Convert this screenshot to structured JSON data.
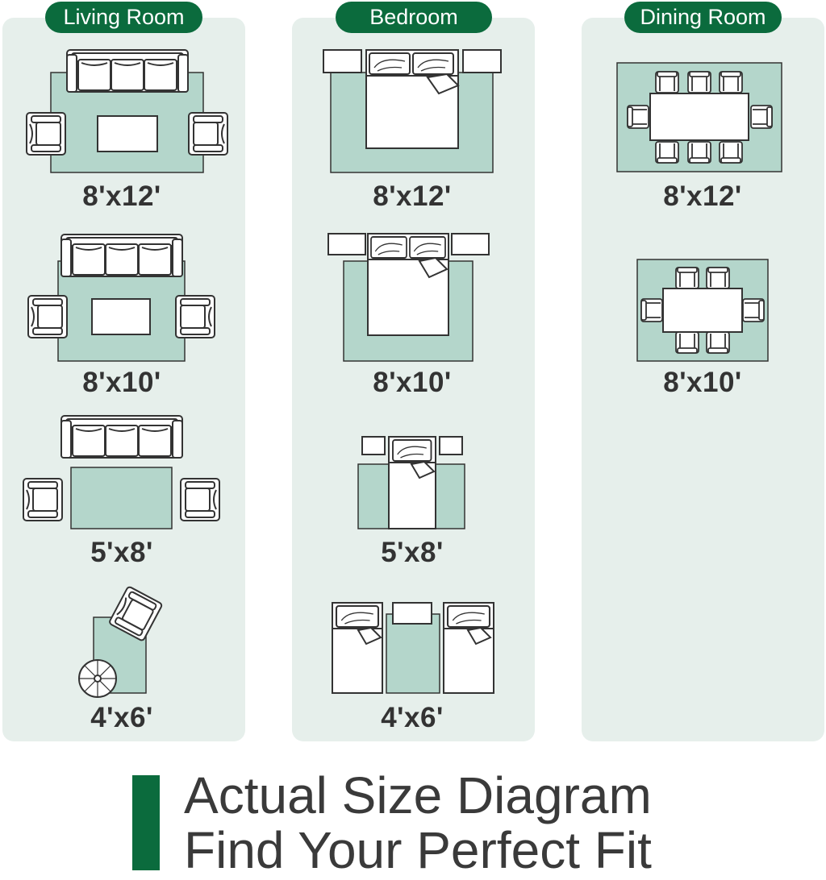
{
  "colors": {
    "brand_green": "#0b6b3d",
    "rug": "#b4d6cb",
    "panel": "#e6efeb",
    "line": "#333333"
  },
  "rooms": [
    {
      "title": "Living Room",
      "sizes": [
        "8'x12'",
        "8'x10'",
        "5'x8'",
        "4'x6'"
      ],
      "icons": [
        "sofa-icon",
        "armchair-icon",
        "coffee-table-icon",
        "ottoman-icon"
      ]
    },
    {
      "title": "Bedroom",
      "sizes": [
        "8'x12'",
        "8'x10'",
        "5'x8'",
        "4'x6'"
      ],
      "icons": [
        "bed-icon",
        "pillow-icon",
        "nightstand-icon"
      ]
    },
    {
      "title": "Dining Room",
      "sizes": [
        "8'x12'",
        "8'x10'"
      ],
      "icons": [
        "dining-table-icon",
        "dining-chair-icon"
      ]
    }
  ],
  "footer": {
    "line1": "Actual Size Diagram",
    "line2": "Find Your Perfect Fit"
  }
}
